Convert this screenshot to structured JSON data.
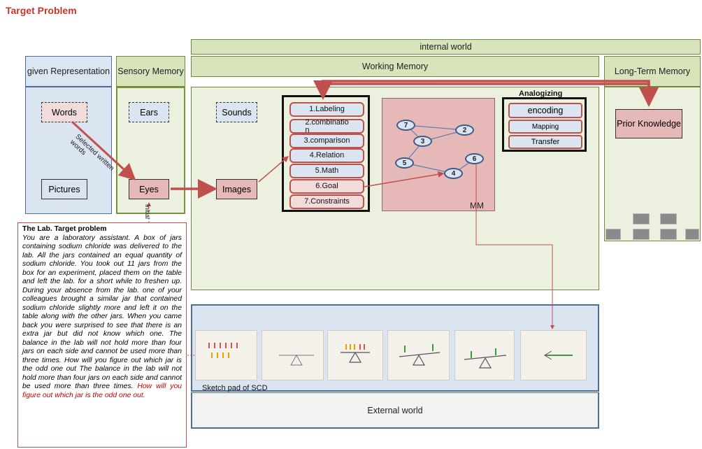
{
  "title": "Target Problem",
  "internal_world": "internal world",
  "given_representation": {
    "label": "given Representation",
    "words": "Words",
    "pictures": "Pictures"
  },
  "sensory_memory": {
    "label": "Sensory Memory",
    "ears": "Ears",
    "eyes": "Eyes"
  },
  "working_memory": {
    "label": "Working Memory",
    "sounds": "Sounds",
    "images": "Images",
    "steps": [
      "1.Labeling",
      "2.combinatio\nn",
      "3.comparison",
      "4.Relation",
      "5.Math",
      "6.Goal",
      "7.Constraints"
    ],
    "mm_label": "MM",
    "nodes": [
      "7",
      "2",
      "3",
      "5",
      "4",
      "6"
    ],
    "analogizing": {
      "title": "Analogizing",
      "items": [
        "encoding",
        "Mapping",
        "Transfer"
      ]
    }
  },
  "long_term_memory": {
    "label": "Long-Term Memory",
    "prior": "Prior Knowledge"
  },
  "arrow_selected": "Selected written words",
  "arrow_initial": "Initial",
  "lab_text": {
    "title": "The Lab. Target problem",
    "body": "You are a laboratory assistant. A box of jars containing sodium chloride was delivered to the lab. All the jars contained an equal quantity of sodium chloride. You took out 11 jars from the box for an experiment, placed them on the table and left the lab. for a short while to freshen up. During your absence from the lab. one of your colleagues brought a similar jar that contained sodium chloride slightly more and left it on the table along with the other jars. When you came back you were surprised to see that there is an extra jar but did not know which one. The balance in the lab will not hold more than four jars on each side and cannot be used more than three times. How will you figure out which jar is the odd one out The balance in the lab will not hold more than four jars on each side and cannot be used more than three times.",
    "question": "How will you figure out which jar is the odd one out."
  },
  "sketch_pad": "Sketch pad of  SCD",
  "external_world": "External world",
  "colors": {
    "arrow": "#c0504d",
    "green": "#d8e4bc",
    "blue": "#dbe5f1",
    "pink": "#e6b9b8",
    "title": "#c0392b"
  }
}
